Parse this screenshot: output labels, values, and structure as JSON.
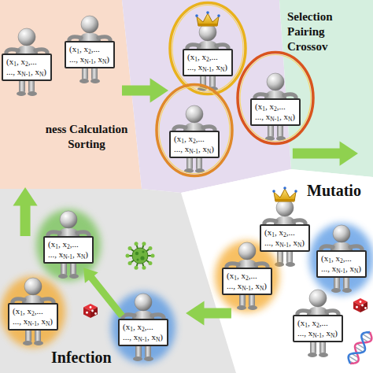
{
  "diagram": {
    "nodes": [
      {
        "text": [
          "ness Calculation Sorting"
        ]
      },
      {
        "text": [
          "(x1, x2,... ..., xN-1, xN)"
        ],
        "in": 0
      },
      {
        "text": [
          "(x1, x2,... ..., xN-1, xN)"
        ],
        "in": 0
      },
      {
        "text": []
      },
      {
        "text": [
          "(x1, x2,... ..., xN-1, xN)"
        ],
        "in": 3
      },
      {
        "text": [
          "(x1, x2,... ..., xN-1, xN)"
        ],
        "in": 3
      },
      {
        "text": [
          "(x1, x2,... ..., xN-1, xN)"
        ],
        "in": 3
      },
      {
        "text": [
          "Selection Pairing Crossov"
        ]
      },
      {
        "text": [
          "Mutatio"
        ]
      },
      {
        "text": [
          "(x1, x2,... ..., xN-1, xN)"
        ],
        "in": 8
      },
      {
        "text": [
          "(x1, x2,... ..., xN-1, xN)"
        ],
        "in": 8
      },
      {
        "text": [
          "(x1, x2,... ..., xN-1, xN)"
        ],
        "in": 8
      },
      {
        "text": [
          "(x1, x2,... ..., xN-1, xN)"
        ],
        "in": 8
      },
      {
        "text": [
          "Infection"
        ]
      },
      {
        "text": [
          "(x1, x2,... ..., xN-1, xN)"
        ],
        "in": 13
      },
      {
        "text": [
          "(x1, x2,... ..., xN-1, xN)"
        ],
        "in": 13
      },
      {
        "text": [
          "(x1, x2,... ..., xN-1, xN)"
        ],
        "in": 13
      }
    ],
    "edges": [
      {
        "from": 0,
        "to": 3,
        "arrow": "to"
      },
      {
        "from": 3,
        "to": 7,
        "arrow": "to"
      },
      {
        "from": 8,
        "to": 13,
        "arrow": "to"
      },
      {
        "from": 13,
        "to": 0,
        "arrow": "to"
      },
      {
        "from": 16,
        "to": 14,
        "arrow": "to"
      }
    ]
  }
}
